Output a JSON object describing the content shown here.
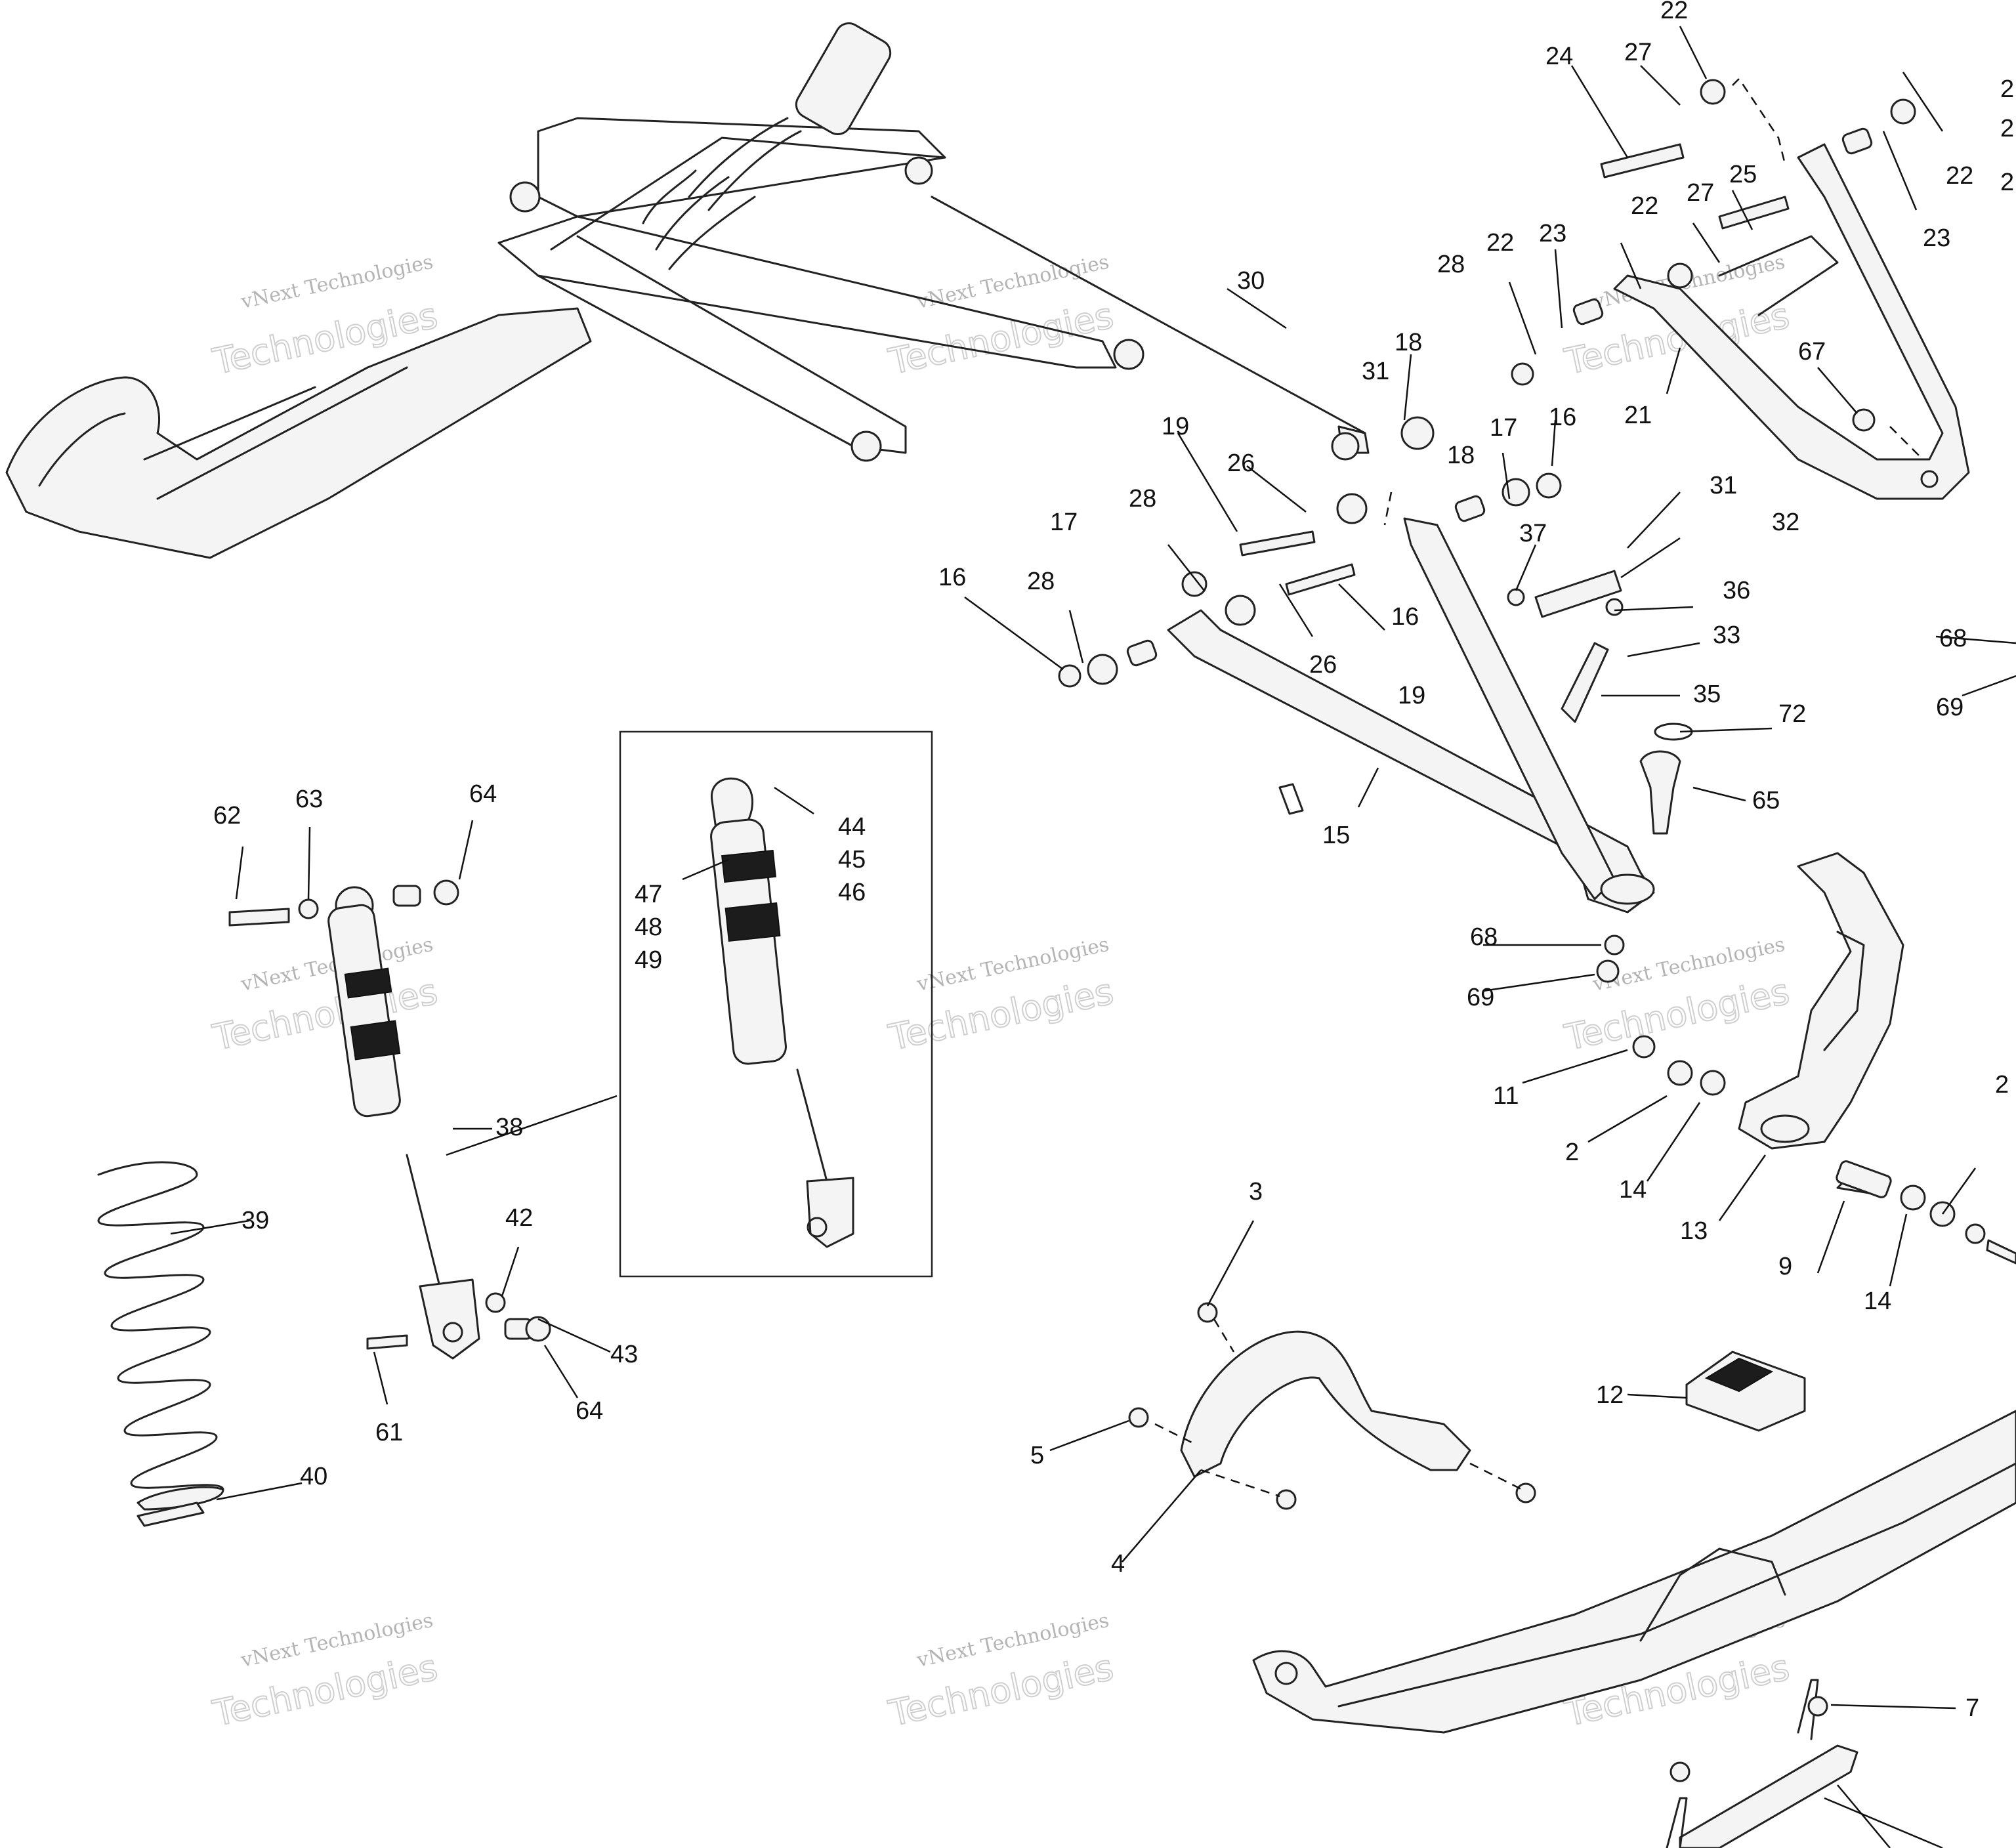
{
  "watermark": {
    "line1": "vNext Technologies",
    "line2": "vNext",
    "line3": "Technologies"
  },
  "callouts": [
    {
      "id": "c22a",
      "text": "22"
    },
    {
      "id": "c24",
      "text": "24"
    },
    {
      "id": "c27a",
      "text": "27"
    },
    {
      "id": "c22b",
      "text": "22"
    },
    {
      "id": "c23a",
      "text": "23"
    },
    {
      "id": "c27b",
      "text": "27"
    },
    {
      "id": "c25",
      "text": "25"
    },
    {
      "id": "c22c",
      "text": "22"
    },
    {
      "id": "c22d",
      "text": "22"
    },
    {
      "id": "c23b",
      "text": "23"
    },
    {
      "id": "c28a",
      "text": "28"
    },
    {
      "id": "c21",
      "text": "21"
    },
    {
      "id": "c30",
      "text": "30"
    },
    {
      "id": "c18a",
      "text": "18"
    },
    {
      "id": "c31a",
      "text": "31"
    },
    {
      "id": "c67",
      "text": "67"
    },
    {
      "id": "c19a",
      "text": "19"
    },
    {
      "id": "c26a",
      "text": "26"
    },
    {
      "id": "c17a",
      "text": "17"
    },
    {
      "id": "c16a",
      "text": "16"
    },
    {
      "id": "c28b",
      "text": "28"
    },
    {
      "id": "c18b",
      "text": "18"
    },
    {
      "id": "c17b",
      "text": "17"
    },
    {
      "id": "c16b",
      "text": "16"
    },
    {
      "id": "c31b",
      "text": "31"
    },
    {
      "id": "c32",
      "text": "32"
    },
    {
      "id": "c37",
      "text": "37"
    },
    {
      "id": "c28c",
      "text": "28"
    },
    {
      "id": "c16c",
      "text": "16"
    },
    {
      "id": "c36",
      "text": "36"
    },
    {
      "id": "c33",
      "text": "33"
    },
    {
      "id": "c68a",
      "text": "68"
    },
    {
      "id": "c26b",
      "text": "26"
    },
    {
      "id": "c19b",
      "text": "19"
    },
    {
      "id": "c35",
      "text": "35"
    },
    {
      "id": "c69a",
      "text": "69"
    },
    {
      "id": "c72",
      "text": "72"
    },
    {
      "id": "c65",
      "text": "65"
    },
    {
      "id": "c15",
      "text": "15"
    },
    {
      "id": "c62",
      "text": "62"
    },
    {
      "id": "c63",
      "text": "63"
    },
    {
      "id": "c64a",
      "text": "64"
    },
    {
      "id": "c44",
      "text": "44"
    },
    {
      "id": "c45",
      "text": "45"
    },
    {
      "id": "c46",
      "text": "46"
    },
    {
      "id": "c47",
      "text": "47"
    },
    {
      "id": "c48",
      "text": "48"
    },
    {
      "id": "c49",
      "text": "49"
    },
    {
      "id": "c68b",
      "text": "68"
    },
    {
      "id": "c69b",
      "text": "69"
    },
    {
      "id": "c11",
      "text": "11"
    },
    {
      "id": "c2a",
      "text": "2"
    },
    {
      "id": "c14a",
      "text": "14"
    },
    {
      "id": "c13",
      "text": "13"
    },
    {
      "id": "c9",
      "text": "9"
    },
    {
      "id": "c14b",
      "text": "14"
    },
    {
      "id": "c2b",
      "text": "2"
    },
    {
      "id": "c38",
      "text": "38"
    },
    {
      "id": "c39",
      "text": "39"
    },
    {
      "id": "c42",
      "text": "42"
    },
    {
      "id": "c43",
      "text": "43"
    },
    {
      "id": "c64b",
      "text": "64"
    },
    {
      "id": "c61",
      "text": "61"
    },
    {
      "id": "c40",
      "text": "40"
    },
    {
      "id": "c3",
      "text": "3"
    },
    {
      "id": "c5",
      "text": "5"
    },
    {
      "id": "c4",
      "text": "4"
    },
    {
      "id": "c12",
      "text": "12"
    },
    {
      "id": "c7",
      "text": "7"
    },
    {
      "id": "c2c",
      "text": "2"
    },
    {
      "id": "c2d",
      "text": "2"
    },
    {
      "id": "c2e",
      "text": "2"
    }
  ]
}
